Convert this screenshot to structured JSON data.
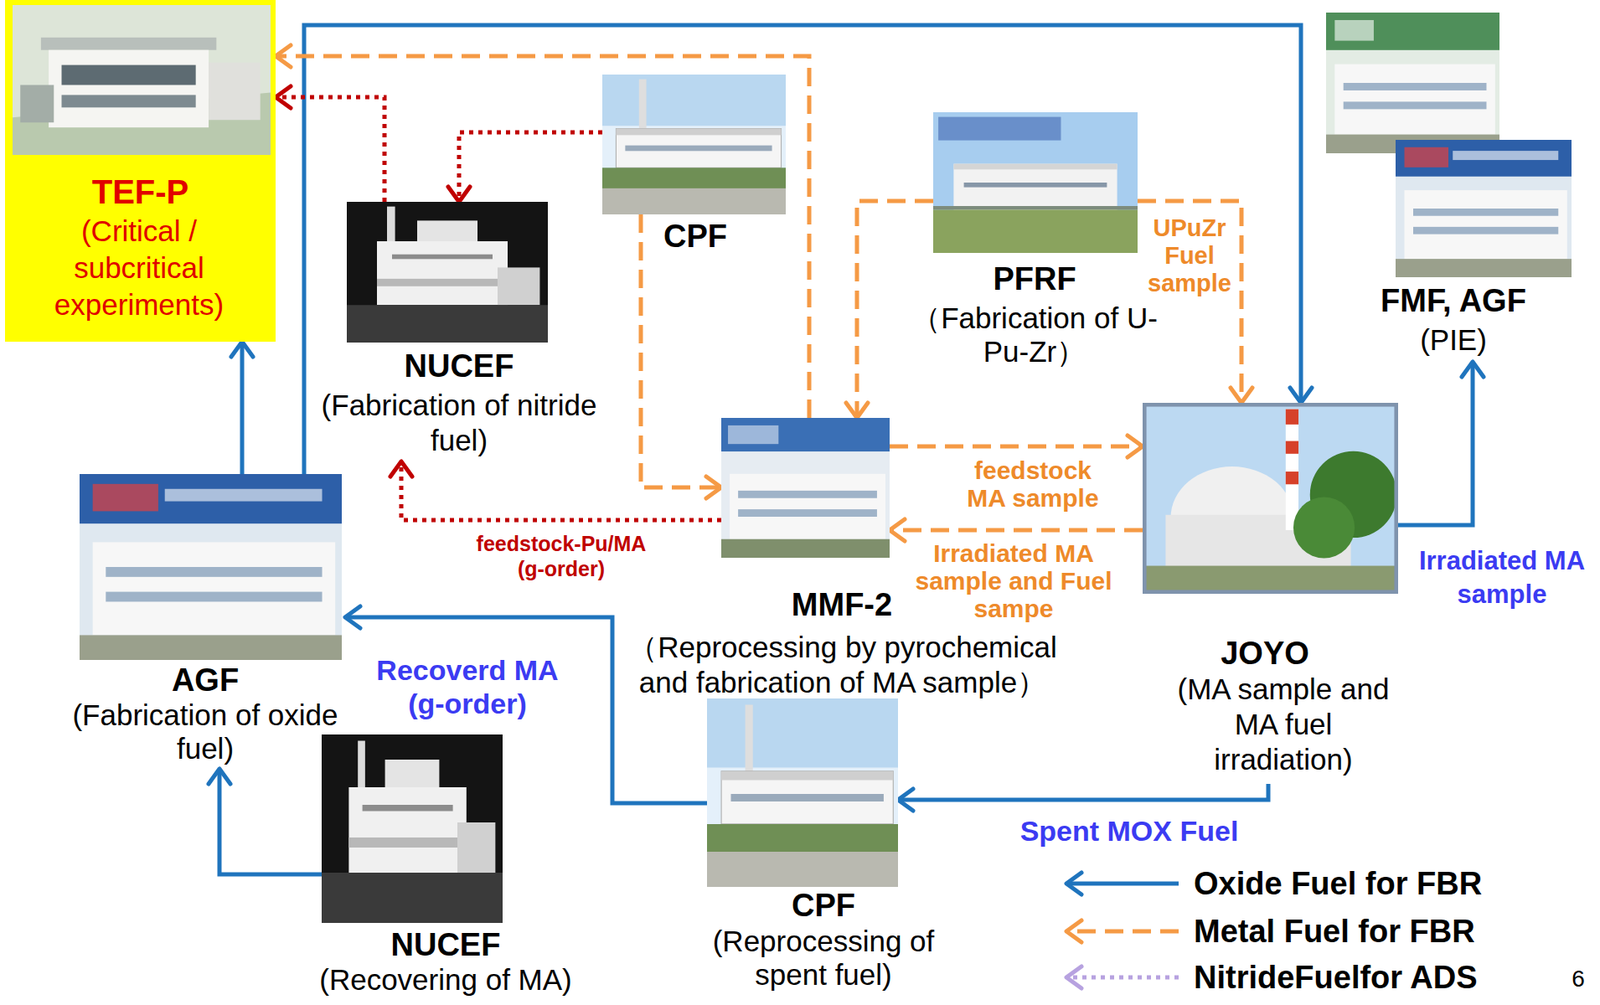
{
  "diagram": {
    "nodes": [
      {
        "text": [
          "TEF-P",
          "(Critical / subcritical experiments)"
        ]
      },
      {
        "text": [
          "CPF"
        ]
      },
      {
        "text": [
          "NUCEF",
          "(Fabrication of nitride fuel)"
        ]
      },
      {
        "text": [
          "PFRF",
          "（Fabrication of U-Pu-Zr）"
        ]
      },
      {
        "text": [
          "FMF, AGF",
          "(PIE)"
        ]
      },
      {
        "text": [
          "MMF-2",
          "（Reprocessing by pyrochemical and fabrication of MA sample）"
        ]
      },
      {
        "text": [
          "AGF",
          "(Fabrication of oxide fuel)"
        ]
      },
      {
        "text": [
          "JOYO",
          "(MA sample and MA fuel irradiation)"
        ]
      },
      {
        "text": [
          "NUCEF",
          "(Recovering of MA)"
        ]
      },
      {
        "text": [
          "CPF",
          "(Reprocessing of spent fuel)"
        ]
      }
    ],
    "edges": [
      {
        "from": 6,
        "to": 0,
        "arrow": "to"
      },
      {
        "from": 6,
        "to": 7,
        "arrow": "to"
      },
      {
        "from": 7,
        "to": 4,
        "label": "Irradiated MA sample",
        "arrow": "to"
      },
      {
        "from": 7,
        "to": 9,
        "label": "Spent MOX Fuel",
        "arrow": "to"
      },
      {
        "from": 9,
        "to": 6,
        "label": "Recoverd MA (g-order)",
        "arrow": "to"
      },
      {
        "from": 8,
        "to": 6,
        "arrow": "to"
      },
      {
        "from": 5,
        "to": 0,
        "arrow": "to"
      },
      {
        "from": 1,
        "to": 5,
        "arrow": "to"
      },
      {
        "from": 3,
        "to": 5,
        "arrow": "to"
      },
      {
        "from": 3,
        "to": 7,
        "label": "UPuZr Fuel sample",
        "arrow": "to"
      },
      {
        "from": 5,
        "to": 7,
        "label": "feedstock MA sample",
        "arrow": "to"
      },
      {
        "from": 7,
        "to": 5,
        "label": "Irradiated MA sample and Fuel sampe",
        "arrow": "to"
      },
      {
        "from": 1,
        "to": 2,
        "arrow": "to"
      },
      {
        "from": 2,
        "to": 0,
        "arrow": "to"
      },
      {
        "from": 5,
        "to": 2,
        "label": "feedstock-Pu/MA (g-order)",
        "arrow": "to"
      }
    ],
    "labels": [
      "6"
    ],
    "legend": [
      {
        "text": "Oxide Fuel for FBR"
      },
      {
        "text": "Metal Fuel for FBR"
      },
      {
        "text": "NitrideFuelfor ADS"
      }
    ]
  }
}
